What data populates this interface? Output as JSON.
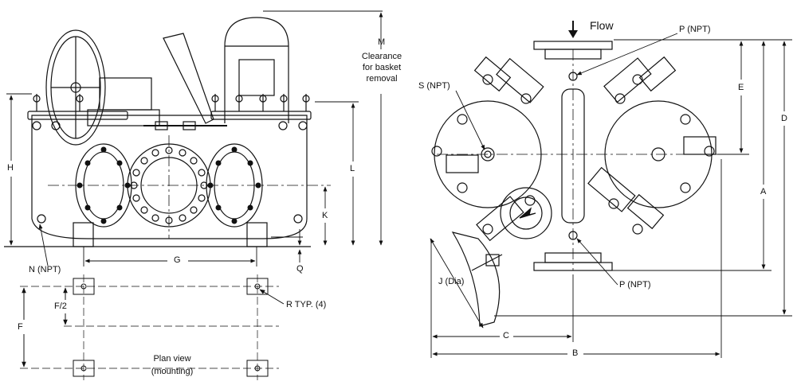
{
  "left_view": {
    "labels": {
      "m": "M",
      "m_note_1": "Clearance",
      "m_note_2": "for basket",
      "m_note_3": "removal",
      "h": "H",
      "l": "L",
      "k": "K",
      "q": "Q",
      "g": "G",
      "n": "N (NPT)",
      "f2": "F/2",
      "f": "F",
      "r": "R TYP. (4)",
      "plan_1": "Plan view",
      "plan_2": "(mounting)"
    }
  },
  "right_view": {
    "labels": {
      "flow": "Flow",
      "p_top": "P (NPT)",
      "s": "S (NPT)",
      "e": "E",
      "d": "D",
      "a": "A",
      "j": "J (Dia)",
      "p_bottom": "P (NPT)",
      "c": "C",
      "b": "B"
    }
  }
}
